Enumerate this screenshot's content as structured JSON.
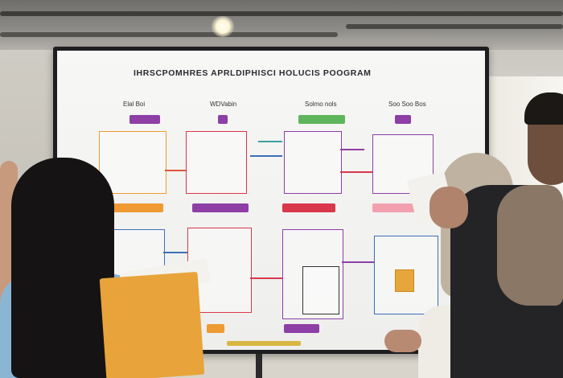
{
  "board": {
    "title": "IHRSCPOMHRES APRLDIPHISCI HOLUCIS POOGRAM",
    "columns": [
      "Elal Boi",
      "WDVabin",
      "Solmo nols",
      "Soo Soo Bos"
    ]
  },
  "colors": {
    "purple": "#8d3fa6",
    "green": "#5fb55b",
    "red": "#d9374b",
    "orange": "#ef9a32",
    "teal": "#3aa0a0",
    "blue": "#3d6fb8",
    "folder": "#e8a43a"
  }
}
